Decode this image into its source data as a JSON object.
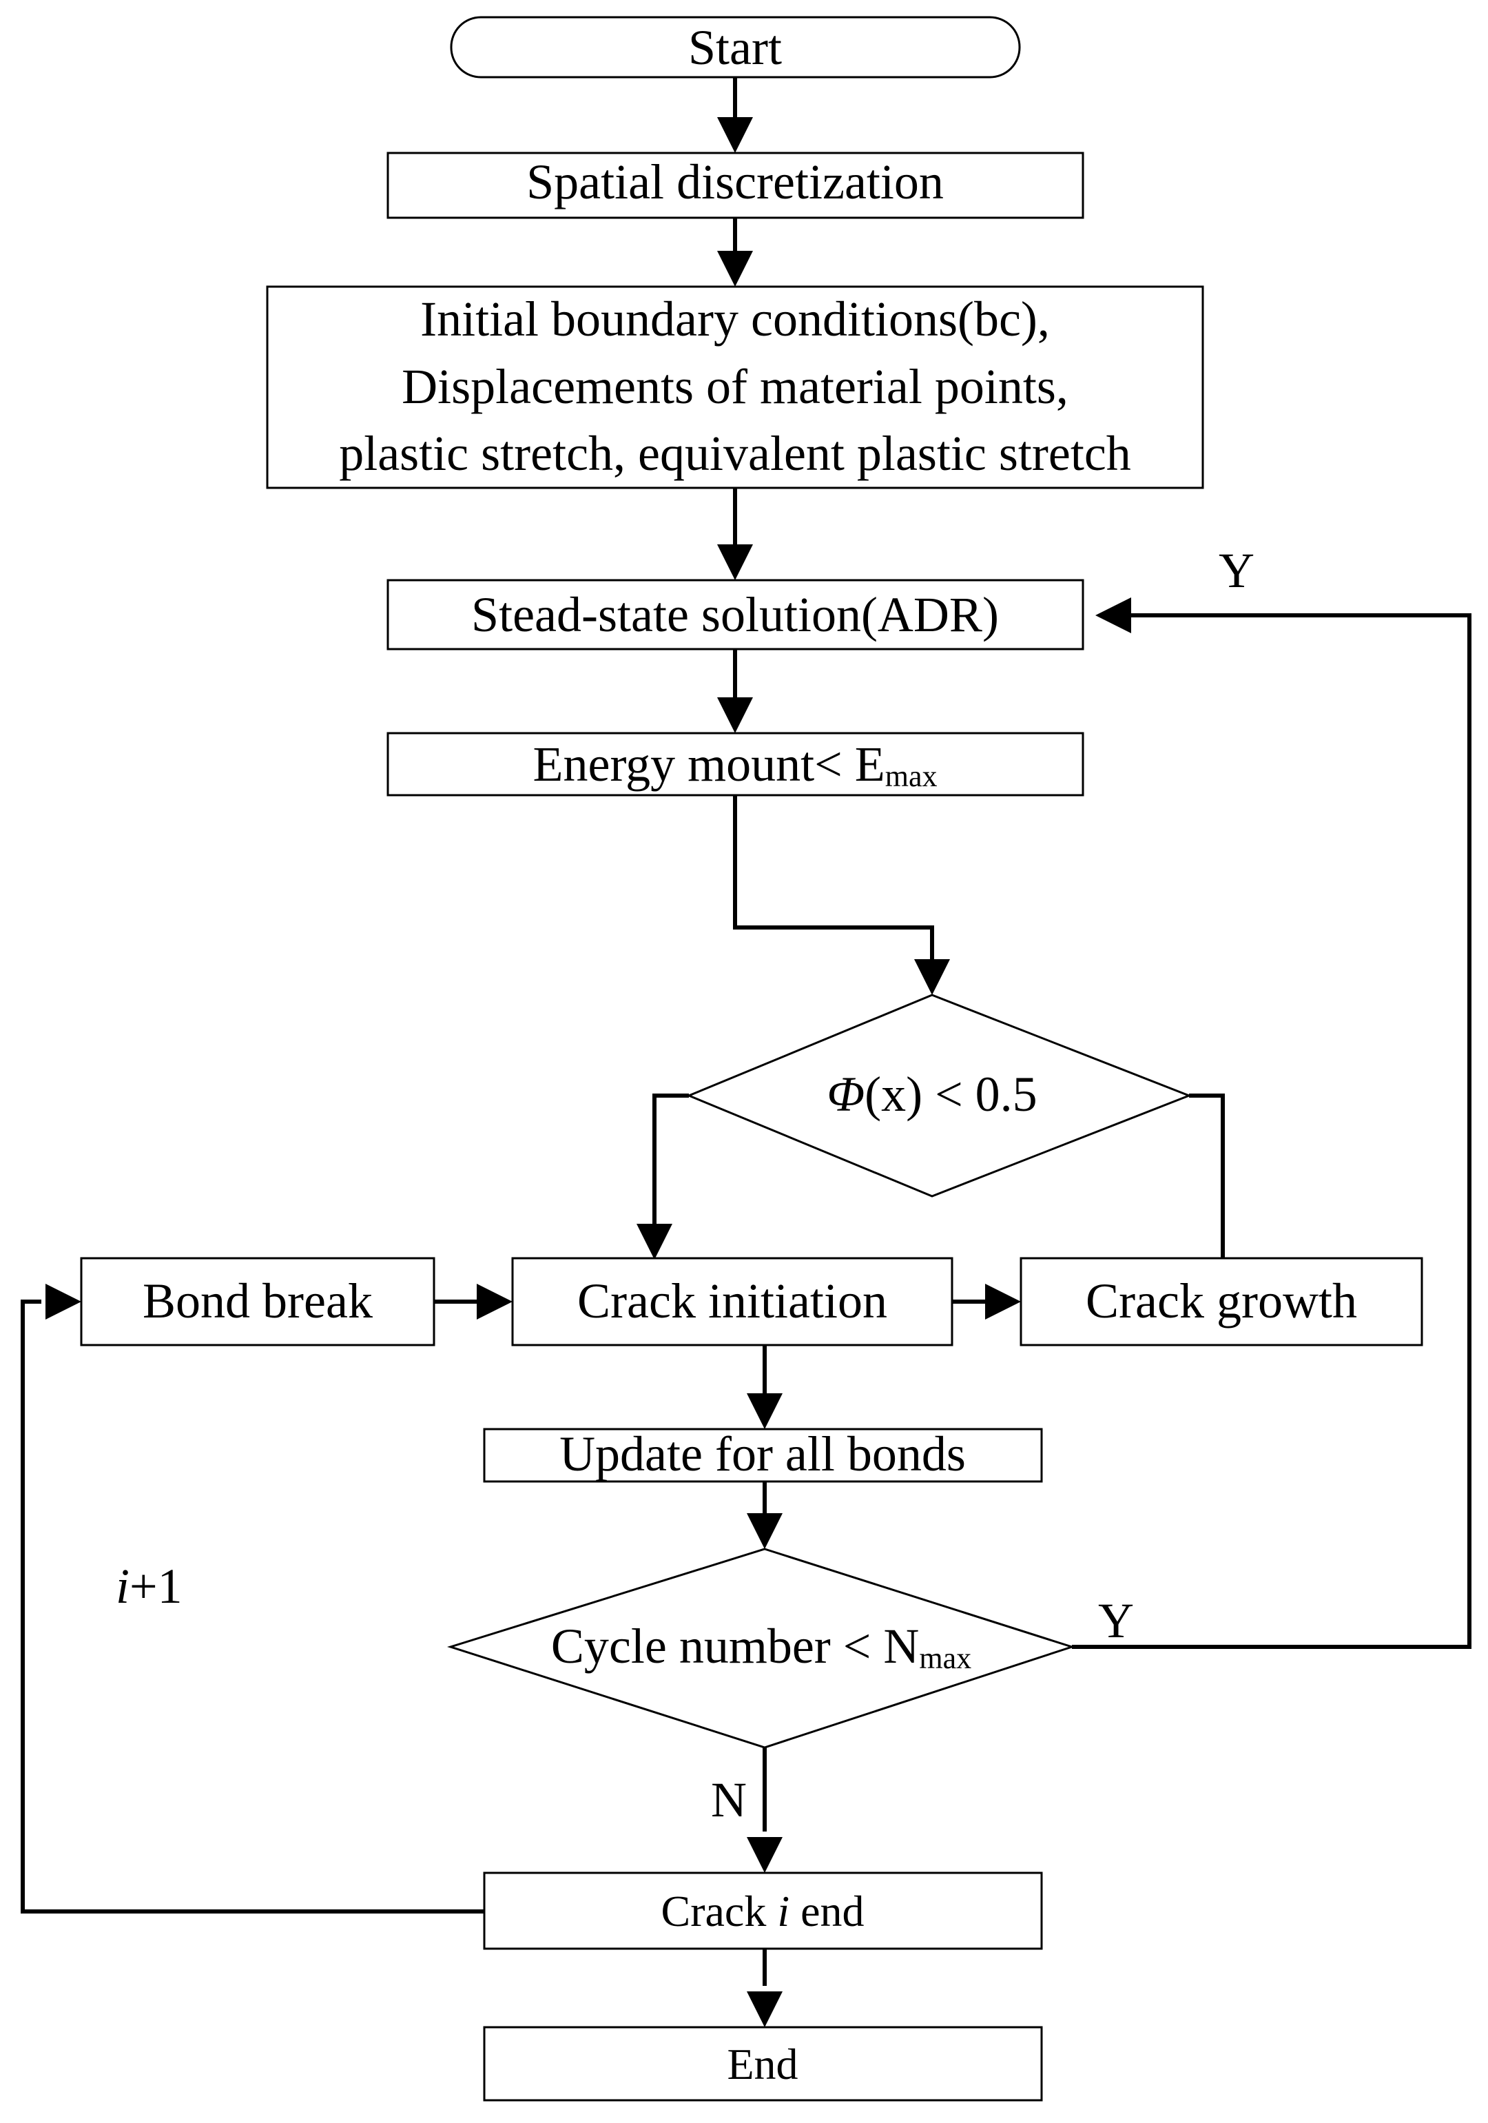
{
  "nodes": {
    "start": {
      "label": "Start"
    },
    "spatial": {
      "label": "Spatial discretization"
    },
    "initial": {
      "lines": [
        "Initial boundary conditions(bc),",
        "Displacements of material points,",
        "plastic stretch, equivalent plastic stretch"
      ]
    },
    "stead": {
      "label": "Stead-state solution(ADR)"
    },
    "energy": {
      "label": "Energy mount< E",
      "subscript": "max"
    },
    "phi": {
      "symbol": "Φ",
      "label": "(x) < 0.5"
    },
    "bond_break": {
      "label": "Bond break"
    },
    "crack_initiation": {
      "label": "Crack initiation"
    },
    "crack_growth": {
      "label": "Crack growth"
    },
    "update": {
      "label": "Update for all bonds"
    },
    "cycle": {
      "label": "Cycle number < N",
      "subscript": "max"
    },
    "crack_end": {
      "prefix": "Crack ",
      "italic": "i",
      "suffix": " end"
    },
    "end": {
      "label": "End"
    }
  },
  "edge_labels": {
    "loop_yes_top": "Y",
    "cycle_yes": "Y",
    "cycle_no": "N",
    "iteration_italic": "i",
    "iteration_rest": "+1"
  }
}
